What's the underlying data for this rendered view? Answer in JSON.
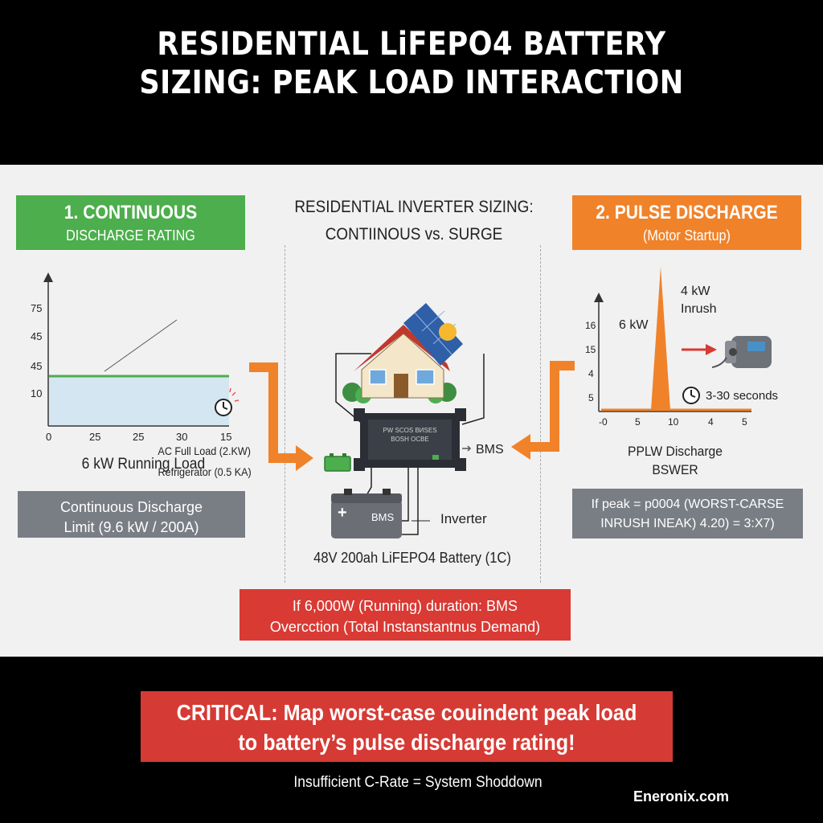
{
  "title": {
    "line1": "RESIDENTIAL LiFEPO4 BATTERY",
    "line2": "SIZING: PEAK LOAD INTERACTION"
  },
  "left": {
    "header1": "1. CONTINUOUS",
    "header2": "DISCHARGE RATING",
    "annotation1": "AC Full Load (2.KW)",
    "annotation2": "Refrigerator (0.5 KA)",
    "y_ticks": [
      "75",
      "45",
      "45",
      "10"
    ],
    "x_ticks": [
      "0",
      "25",
      "25",
      "30",
      "15"
    ],
    "running_label": "6 kW Running Load",
    "limit_line1": "Continuous Discharge",
    "limit_line2": "Limit (9.6 kW / 200A)"
  },
  "center": {
    "title1": "RESIDENTIAL INVERTER SIZING:",
    "title2": "CONTIINOUS vs. SURGE",
    "inverter_text1": "PW SCOS ВИSES",
    "inverter_text2": "BOSH OCBE",
    "bms_side": "BMS",
    "battery_bms": "BMS",
    "battery_plus": "+",
    "inverter_label": "Inverter",
    "battery_label": "48V 200ah LiFEPO4 Battery (1C)",
    "warning1": "If 6,000W (Running) duration: BMS",
    "warning2": "Overcction (Total Instanstantnus Demand)"
  },
  "right": {
    "header1": "2. PULSE DISCHARGE",
    "header2": "(Motor Startup)",
    "peak_label1": "4 kW",
    "peak_label2": "Inrush",
    "base_label": "6 kW",
    "y_ticks": [
      "16",
      "15",
      "4",
      "5"
    ],
    "x_ticks": [
      "-0",
      "5",
      "10",
      "4",
      "5"
    ],
    "duration_label": "3-30 seconds",
    "chart_label1": "PPLW Discharge",
    "chart_label2": "BSWER",
    "formula1": "If peak = p0004 (WORST-CARSE",
    "formula2": "INRUSH INEAK) 4.20) = 3:X7)"
  },
  "critical": {
    "line1": "CRITICAL: Map worst-case couindent peak load",
    "line2": "to battery’s pulse discharge rating!"
  },
  "bottom_note": "Insufficient C-Rate = System Shoddown",
  "brand": "Eneronix.com",
  "colors": {
    "green": "#4cae4c",
    "orange": "#f0822a",
    "red": "#d93a34",
    "gray": "#797d84",
    "fill_blue": "#d4e6f1"
  }
}
